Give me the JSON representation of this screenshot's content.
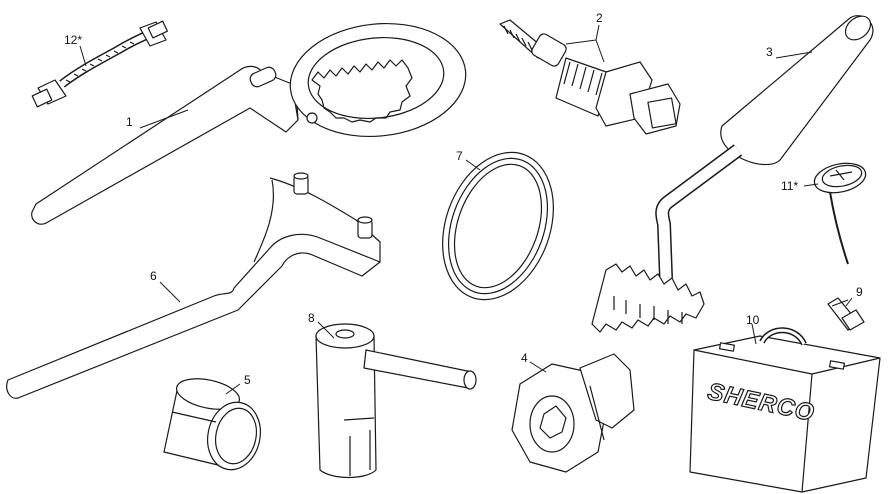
{
  "diagram": {
    "parts": [
      {
        "number": "1",
        "name": "strap-wrench"
      },
      {
        "number": "2",
        "name": "threaded-adapter"
      },
      {
        "number": "3",
        "name": "crank-tool"
      },
      {
        "number": "4",
        "name": "hex-nut-socket"
      },
      {
        "number": "5",
        "name": "sleeve-bushing"
      },
      {
        "number": "6",
        "name": "pin-spanner"
      },
      {
        "number": "7",
        "name": "piston-ring"
      },
      {
        "number": "8",
        "name": "t-handle-tool"
      },
      {
        "number": "9",
        "name": "spark-connector"
      },
      {
        "number": "10",
        "name": "tool-case"
      },
      {
        "number": "11*",
        "name": "pressure-gauge"
      },
      {
        "number": "12*",
        "name": "wiring-harness"
      }
    ],
    "case_logo_text": "SHERCO"
  }
}
